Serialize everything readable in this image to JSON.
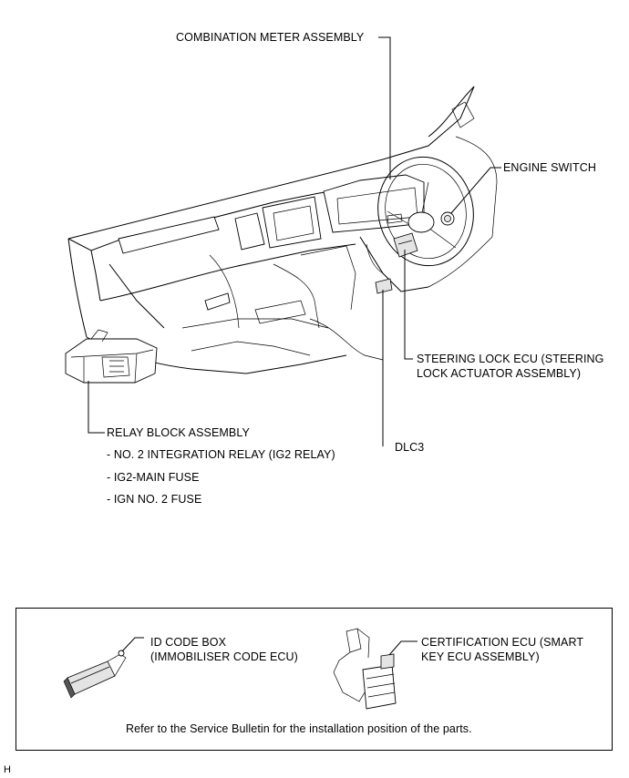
{
  "labels": {
    "combination_meter": "COMBINATION METER ASSEMBLY",
    "engine_switch": "ENGINE SWITCH",
    "steering_lock_line1": "STEERING LOCK ECU (STEERING",
    "steering_lock_line2": "LOCK ACTUATOR ASSEMBLY)",
    "relay_block": "RELAY BLOCK ASSEMBLY",
    "relay_item1": "- NO. 2 INTEGRATION RELAY (IG2 RELAY)",
    "relay_item2": "- IG2-MAIN FUSE",
    "relay_item3": "- IGN NO. 2 FUSE",
    "dlc3": "DLC3"
  },
  "notice": {
    "id_code_line1": "ID CODE BOX",
    "id_code_line2": "(IMMOBILISER CODE ECU)",
    "cert_line1": "CERTIFICATION ECU (SMART",
    "cert_line2": "KEY ECU ASSEMBLY)",
    "footer": "Refer to the Service Bulletin for the installation position of the parts."
  },
  "corner_mark": "H"
}
